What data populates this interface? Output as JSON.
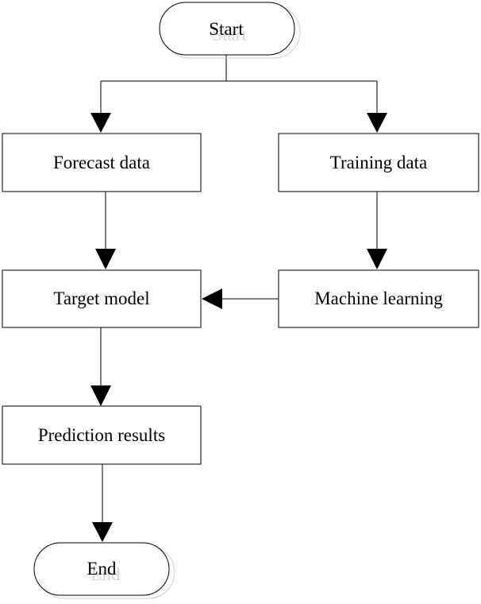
{
  "nodes": {
    "start": {
      "label": "Start"
    },
    "forecast_data": {
      "label": "Forecast data"
    },
    "training_data": {
      "label": "Training data"
    },
    "target_model": {
      "label": "Target model"
    },
    "machine_learning": {
      "label": "Machine learning"
    },
    "prediction_results": {
      "label": "Prediction results"
    },
    "end": {
      "label": "End"
    }
  },
  "colors": {
    "stroke": "#000000",
    "background": "#ffffff",
    "ghost": "#cfcfcf"
  }
}
